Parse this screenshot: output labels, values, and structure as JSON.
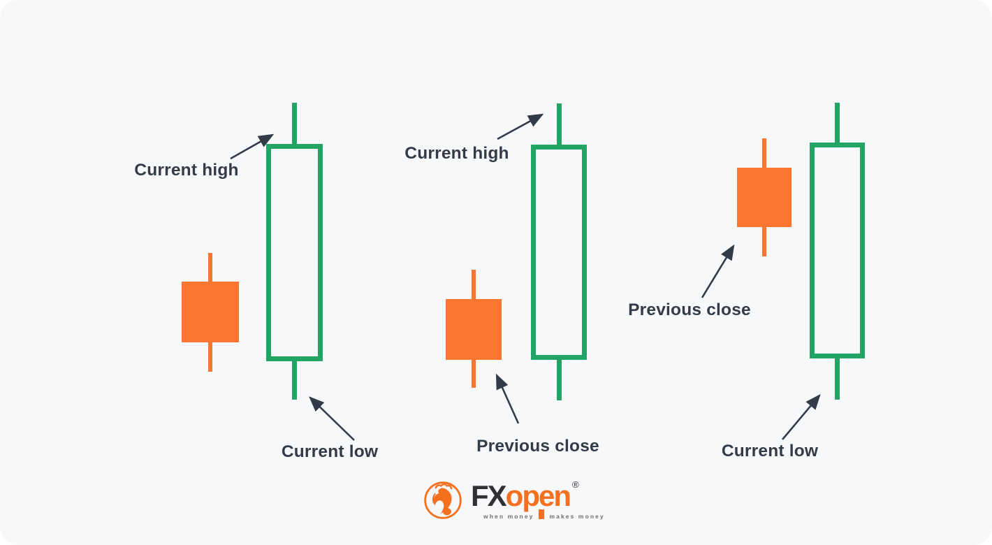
{
  "diagram": {
    "title_hint": "candlestick-pattern-illustration",
    "panels": [
      {
        "id": "left",
        "labels": {
          "top": "Current high",
          "bottom": "Current low"
        }
      },
      {
        "id": "middle",
        "labels": {
          "top": "Current high",
          "bottom": "Previous close"
        }
      },
      {
        "id": "right",
        "labels": {
          "top": "Previous close",
          "bottom": "Current low"
        }
      }
    ]
  },
  "logo": {
    "brand_prefix": "FX",
    "brand_suffix": "open",
    "registered_mark": "®",
    "tagline_left": "when money",
    "tagline_right": "makes money"
  },
  "colors": {
    "green": "#21A464",
    "orange": "#FB7731",
    "text": "#333B48",
    "arrow": "#333B48",
    "card_bg": "#F7F8FA",
    "page_bg": "#FFFFFF",
    "logo_orange": "#F4701F",
    "logo_dark": "#2E3033",
    "tagline_gray": "#6E6E6E"
  }
}
